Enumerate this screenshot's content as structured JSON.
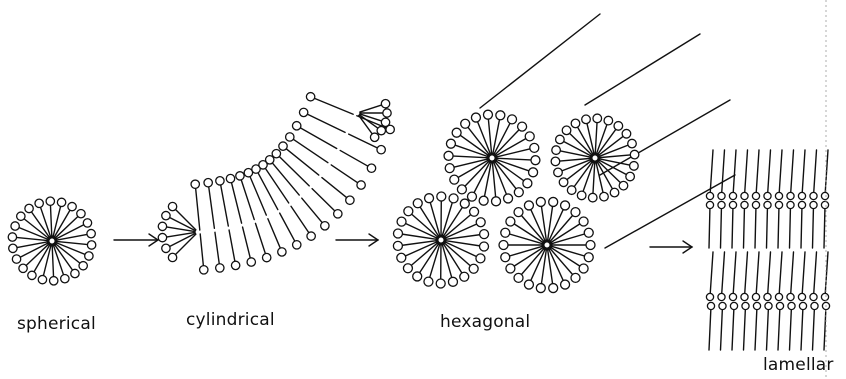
{
  "phases": [
    {
      "id": "spherical",
      "label": "spherical"
    },
    {
      "id": "cylindrical",
      "label": "cylindrical"
    },
    {
      "id": "hexagonal",
      "label": "hexagonal"
    },
    {
      "id": "lamellar",
      "label": "lamellar"
    }
  ],
  "colors": {
    "ink": "#111111",
    "background": "#ffffff"
  }
}
